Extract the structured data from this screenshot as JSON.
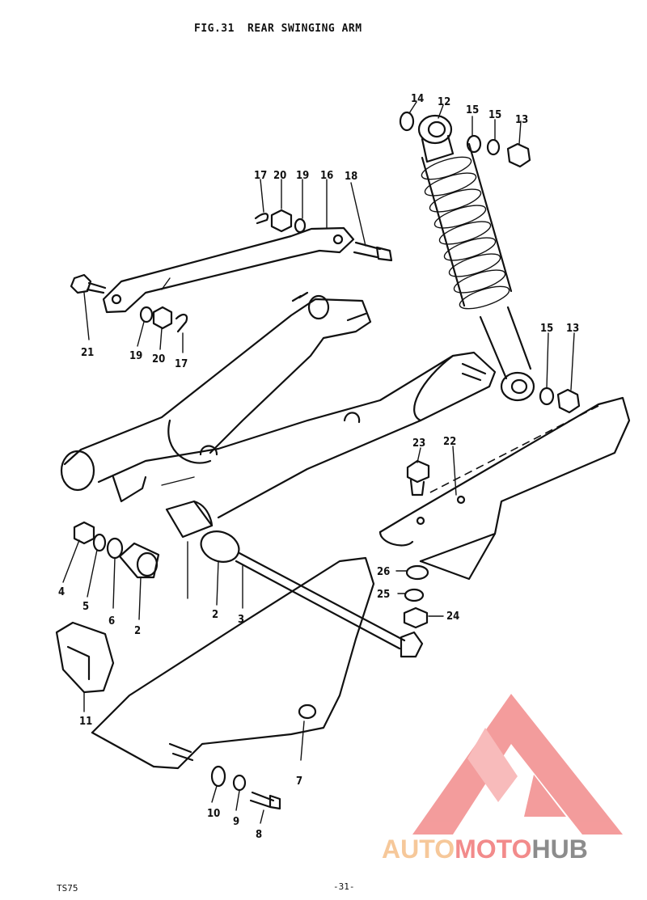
{
  "header": {
    "figure_number": "FIG.31",
    "figure_title": "REAR SWINGING ARM"
  },
  "footer": {
    "model": "TS75",
    "page": "-31-"
  },
  "watermark": {
    "brand_part1": "AUTO",
    "brand_part2": "MOTO",
    "brand_part3": "HUB",
    "color_light": "#f6c89a",
    "color_mid": "#f28b8b",
    "color_dark": "#8c8c8c"
  },
  "callouts": {
    "n14": "14",
    "n12": "12",
    "n15a": "15",
    "n15b": "15",
    "n13a": "13",
    "n17a": "17",
    "n20a": "20",
    "n19a": "19",
    "n16": "16",
    "n18": "18",
    "n21": "21",
    "n19b": "19",
    "n20b": "20",
    "n17b": "17",
    "n15c": "15",
    "n13b": "13",
    "n23": "23",
    "n22": "22",
    "n4": "4",
    "n5": "5",
    "n6": "6",
    "n2a": "2",
    "n2b": "2",
    "n3": "3",
    "n26": "26",
    "n25": "25",
    "n24": "24",
    "n11": "11",
    "n7": "7",
    "n10": "10",
    "n9": "9",
    "n8": "8"
  }
}
